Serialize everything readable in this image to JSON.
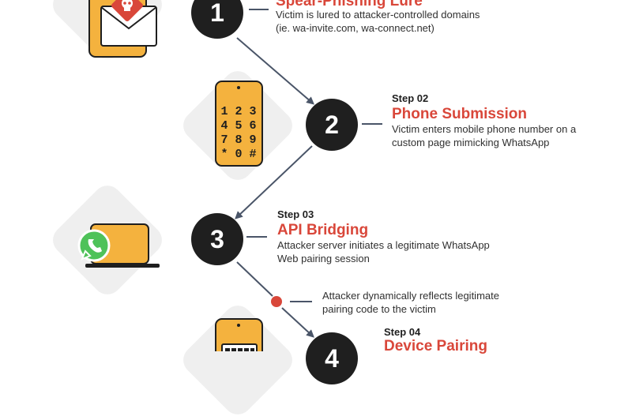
{
  "colors": {
    "accent_red": "#d9473a",
    "dark": "#1f1f1f",
    "tile_bg": "#efefef",
    "phone_orange": "#f4b23e",
    "whatsapp_green": "#4ec259",
    "arrow": "#4a5568"
  },
  "steps": [
    {
      "number": "1",
      "title": "Spear-Phishing Lure",
      "description": "Victim is lured to attacker-controlled domains\n(ie. wa-invite.com, wa-connect.net)",
      "icon": "email-skull-icon"
    },
    {
      "number": "2",
      "label": "Step 02",
      "title": "Phone Submission",
      "description": "Victim enters mobile phone number on a\ncustom page mimicking WhatsApp",
      "icon": "phone-keypad-icon",
      "keypad": [
        "1 2 3",
        "4 5 6",
        "7 8 9",
        "* 0 #"
      ]
    },
    {
      "number": "3",
      "label": "Step 03",
      "title": "API Bridging",
      "description": "Attacker server initiates a legitimate WhatsApp\nWeb pairing session",
      "icon": "laptop-whatsapp-icon"
    },
    {
      "number": "4",
      "label": "Step 04",
      "title": "Device Pairing",
      "icon": "phone-code-icon"
    }
  ],
  "note": {
    "text": "Attacker dynamically reflects legitimate\npairing code to the victim"
  }
}
